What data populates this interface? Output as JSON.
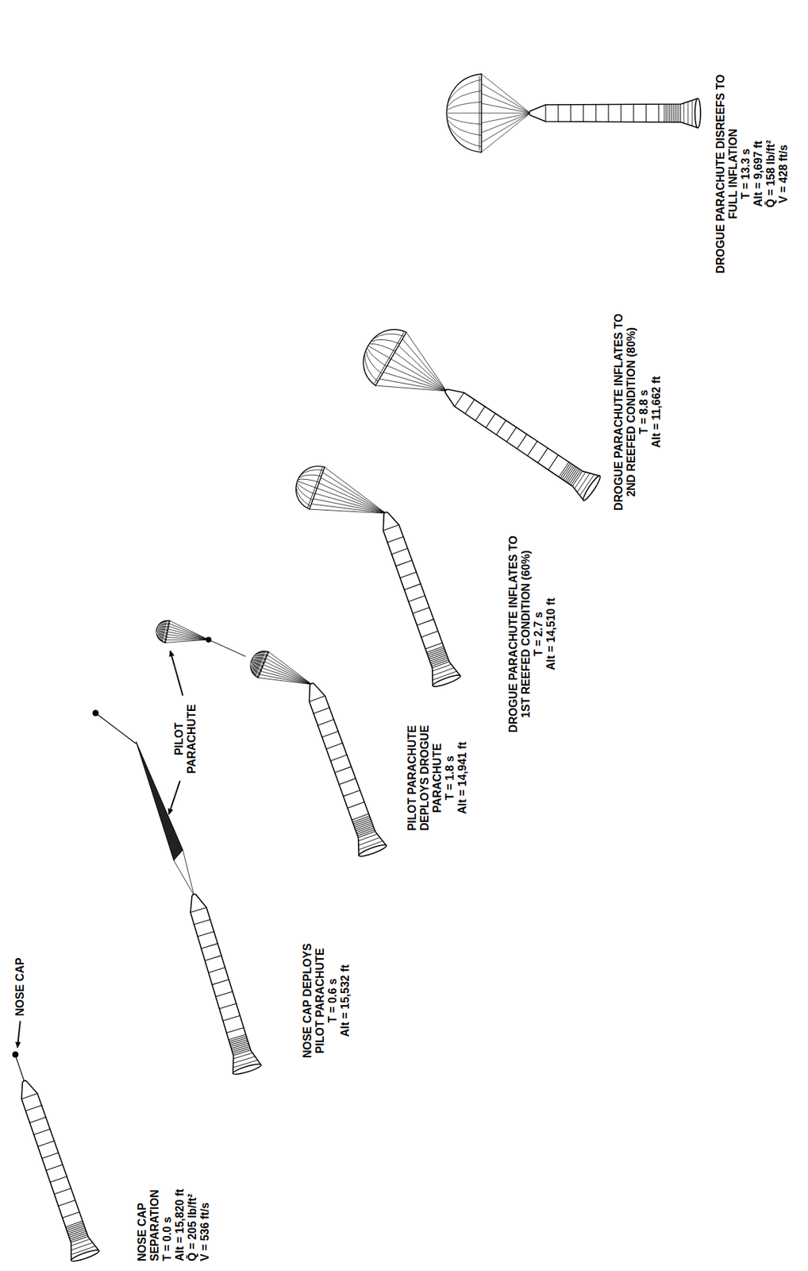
{
  "diagram": {
    "labels": [
      "NOSE CAP",
      "NOSE CAP SEPARATION",
      "T = 0.0 s",
      "Alt = 15,820 ft",
      "Q̄ = 205 lb/ft²",
      "V = 536 ft/s",
      "PILOT PARACHUTE",
      "NOSE CAP DEPLOYS PILOT PARACHUTE",
      "T = 0.6 s",
      "Alt = 15,532 ft",
      "PILOT PARACHUTE DEPLOYS DROGUE PARACHUTE",
      "T = 1.8 s",
      "Alt = 14,941 ft",
      "DROGUE PARACHUTE INFLATES TO 1ST REEFED CONDITION (60%)",
      "T = 2.7 s",
      "Alt = 14,510 ft",
      "DROGUE PARACHUTE INFLATES TO 2ND REEFED CONDITION (80%)",
      "T = 8.8 s",
      "Alt = 11,662 ft",
      "DROGUE PARACHUTE DISREEFS TO FULL INFLATION",
      "T = 13.3 s",
      "Alt = 9,697 ft",
      "Q̄ = 158 lb/ft²",
      "V = 428 ft/s"
    ]
  }
}
